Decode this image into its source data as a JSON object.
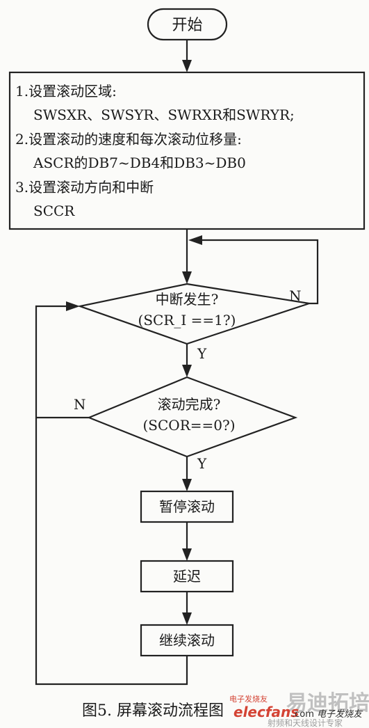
{
  "flowchart": {
    "start": "开始",
    "setup_lines": [
      "1.设置滚动区域:",
      "SWSXR、SWSYR、SWRXR和SWRYR;",
      "2.设置滚动的速度和每次滚动位移量:",
      "ASCR的DB7~DB4和DB3~DB0",
      "3.设置滚动方向和中断",
      "SCCR"
    ],
    "decision1": {
      "line1": "中断发生?",
      "line2": "(SCR_I ==1?)",
      "no_label": "N",
      "yes_label": "Y"
    },
    "decision2": {
      "line1": "滚动完成?",
      "line2": "(SCOR==0?)",
      "no_label": "N",
      "yes_label": "Y"
    },
    "pause": "暂停滚动",
    "delay": "延迟",
    "continue": "继续滚动",
    "caption": "图5.  屏幕滚动流程图"
  },
  "watermark": {
    "brand_top": "电子发烧友",
    "brand_main": "elecfans",
    "brand_com": ".com",
    "brand_cn": "电子发烧友",
    "training": "射频和天线设计专家",
    "logo_cn": "易迪拓培训"
  },
  "colors": {
    "ink": "#222222",
    "paper": "#fbfbf9",
    "watermark_red": "#d23a2a",
    "watermark_gray": "#bdbdbd"
  }
}
